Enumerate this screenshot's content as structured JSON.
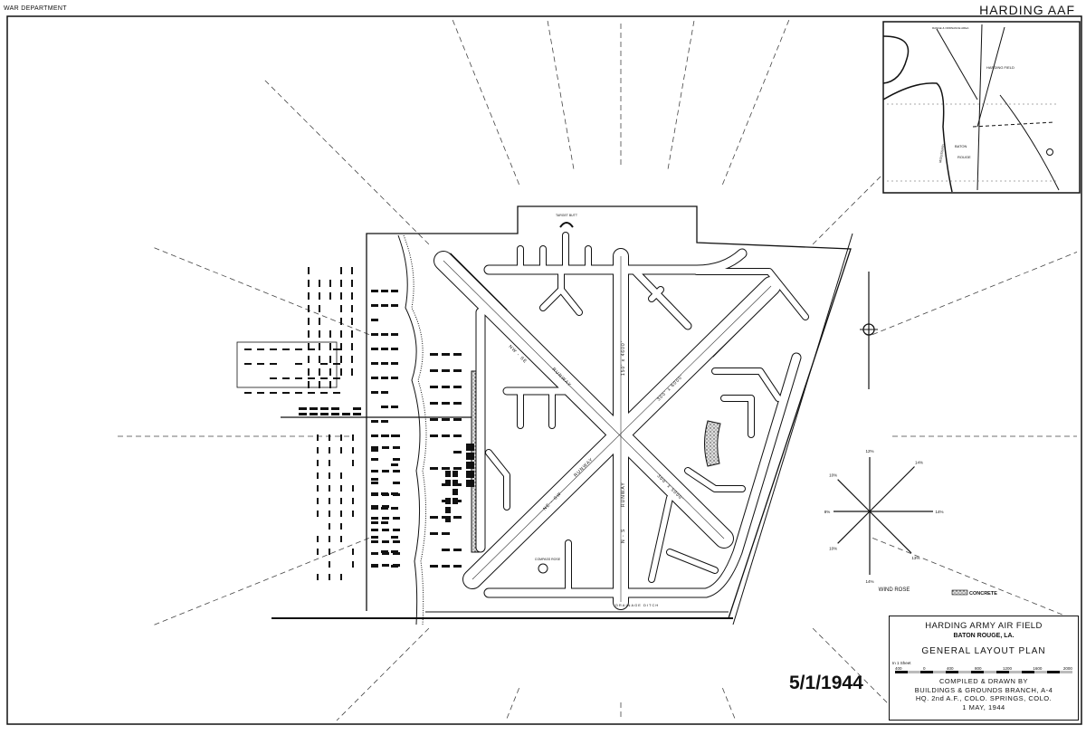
{
  "header": {
    "department": "WAR DEPARTMENT",
    "sheet_title": "HARDING AAF"
  },
  "title_block": {
    "name": "HARDING ARMY AIR FIELD",
    "location": "BATON ROUGE, LA.",
    "plan_title": "GENERAL LAYOUT PLAN",
    "scale_label": "In 1 Sheet",
    "scale_ticks": [
      "400",
      "0",
      "400",
      "800",
      "1200",
      "1600",
      "2000"
    ],
    "compiled_line1": "COMPILED & DRAWN BY",
    "compiled_line2": "BUILDINGS & GROUNDS BRANCH, A-4",
    "compiled_line3": "HQ. 2nd A.F., COLO. SPRINGS, COLO.",
    "date": "1 MAY, 1944"
  },
  "date_stamp": "5/1/1944",
  "runways": {
    "nw_se_name": "NW - SE",
    "nw_se_word": "RUNWAY",
    "nw_se_size": "300' x 5000'",
    "ne_sw_name": "NE - SW",
    "ne_sw_word": "RUNWAY",
    "ne_sw_size": "300' x 6000'",
    "n_s_name": "N - S",
    "n_s_word": "RUNWAY",
    "n_s_size": "150' x 4600'"
  },
  "features": {
    "target_butt": "TARGET BUTT",
    "drainage_ditch": "DRAINAGE DITCH",
    "compass_rose": "COMPASS ROSE"
  },
  "wind_rose": {
    "title": "WIND ROSE",
    "directions": [
      {
        "dir": "N",
        "pct": "12%",
        "value": 12
      },
      {
        "dir": "NE",
        "pct": "14%",
        "value": 14
      },
      {
        "dir": "E",
        "pct": "14%",
        "value": 14
      },
      {
        "dir": "SE",
        "pct": "13%",
        "value": 13
      },
      {
        "dir": "S",
        "pct": "14%",
        "value": 14
      },
      {
        "dir": "SW",
        "pct": "10%",
        "value": 10
      },
      {
        "dir": "W",
        "pct": "8%",
        "value": 8
      },
      {
        "dir": "NW",
        "pct": "10%",
        "value": 10
      }
    ]
  },
  "legend": {
    "concrete": "CONCRETE"
  },
  "inset": {
    "field": "HARDING FIELD",
    "city1": "BATON",
    "city2": "ROUGE",
    "river": "MISSISSIPPI",
    "area": "RANGE & ORDNANCE AREA"
  }
}
